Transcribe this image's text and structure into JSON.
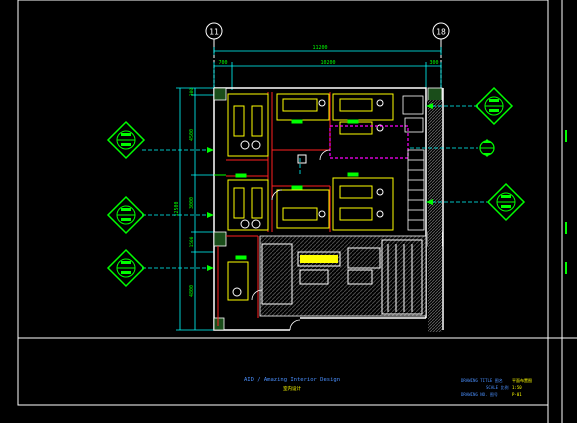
{
  "drawing": {
    "grid_axes": [
      {
        "label": "11"
      },
      {
        "label": "18"
      }
    ],
    "dimensions": {
      "overall_top": "11200",
      "top_left": "700",
      "top_mid": "10200",
      "top_right": "300",
      "left_total": "12500",
      "left_segments": [
        "300",
        "4500",
        "3000",
        "1500",
        "4800"
      ]
    },
    "title_block": {
      "company": "AID / Amazing Interior Design",
      "company_sub": "室内设计",
      "label_title": "DRAWING TITLE 图名",
      "value_title": "平面布置图",
      "label_scale": "SCALE 比例",
      "value_scale": "1:50",
      "label_number": "DRAWING NO. 图号",
      "value_number": "P-01"
    },
    "colors": {
      "background": "#000000",
      "frame": "#ffffff",
      "wall": "#ffffff",
      "furniture": "#ffff00",
      "partition": "#ff2020",
      "fixture": "#00ff00",
      "dimension": "#00ffff",
      "leader": "#00ffff",
      "highlight": "#ff00ff",
      "title_text": "#4a90ff"
    }
  }
}
